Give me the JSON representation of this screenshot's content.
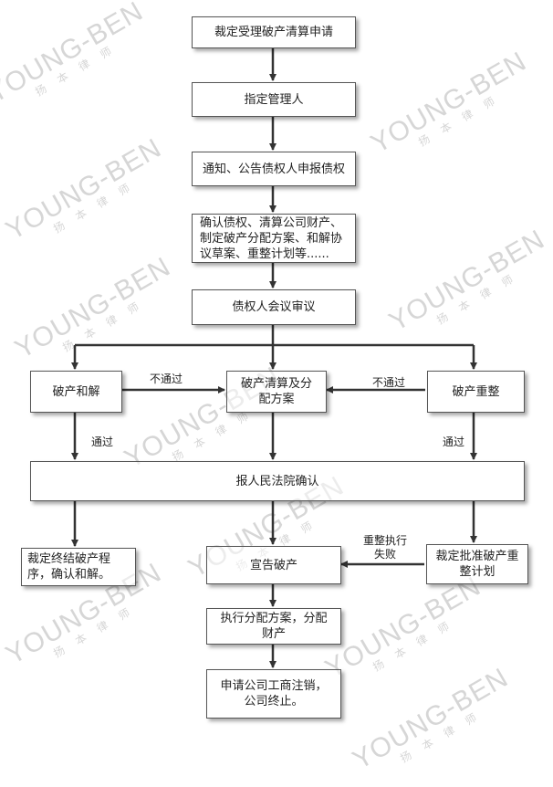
{
  "nodes": {
    "accept": "裁定受理破产清算申请",
    "appoint": "指定管理人",
    "notify": "通知、公告债权人申报债权",
    "confirm": "确认债权、清算公司财产、制定破产分配方案、和解协议草案、重整计划等......",
    "meeting": "债权人会议审议",
    "reconcile": "破产和解",
    "liquidation": "破产清算及分配方案",
    "reorg": "破产重整",
    "court": "报人民法院确认",
    "end_reconcile": "裁定终结破产程序，确认和解。",
    "declare": "宣告破产",
    "approve_reorg": "裁定批准破产重整计划",
    "execute": "执行分配方案，分配财产",
    "terminate": "申请公司工商注销，公司终止。"
  },
  "labels": {
    "not_pass_left": "不通过",
    "not_pass_right": "不通过",
    "pass_left": "通过",
    "pass_right": "通过",
    "reorg_fail_1": "重整执行",
    "reorg_fail_2": "失败"
  },
  "watermark": {
    "brand": "YOUNG-BEN",
    "sub": "扬 本 律 师"
  },
  "colors": {
    "arrow": "#333333",
    "border": "#555555",
    "watermark": "#d6d6d6"
  }
}
